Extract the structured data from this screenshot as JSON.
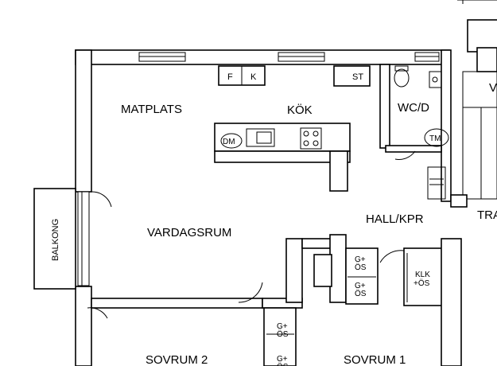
{
  "rooms": {
    "matplats": "MATPLATS",
    "kok": "KÖK",
    "wc": "WC/D",
    "vardagsrum": "VARDAGSRUM",
    "hall": "HALL/KPR",
    "sovrum2": "SOVRUM 2",
    "sovrum1": "SOVRUM 1",
    "balkong": "BALKONG",
    "trapp_partial": "TRA",
    "right_partial": "V"
  },
  "fixtures": {
    "f": "F",
    "k": "K",
    "st": "ST",
    "dm": "DM",
    "tm": "TM",
    "g_os": "G+\nÖS",
    "klk_os": "KLK\n+ÖS"
  }
}
